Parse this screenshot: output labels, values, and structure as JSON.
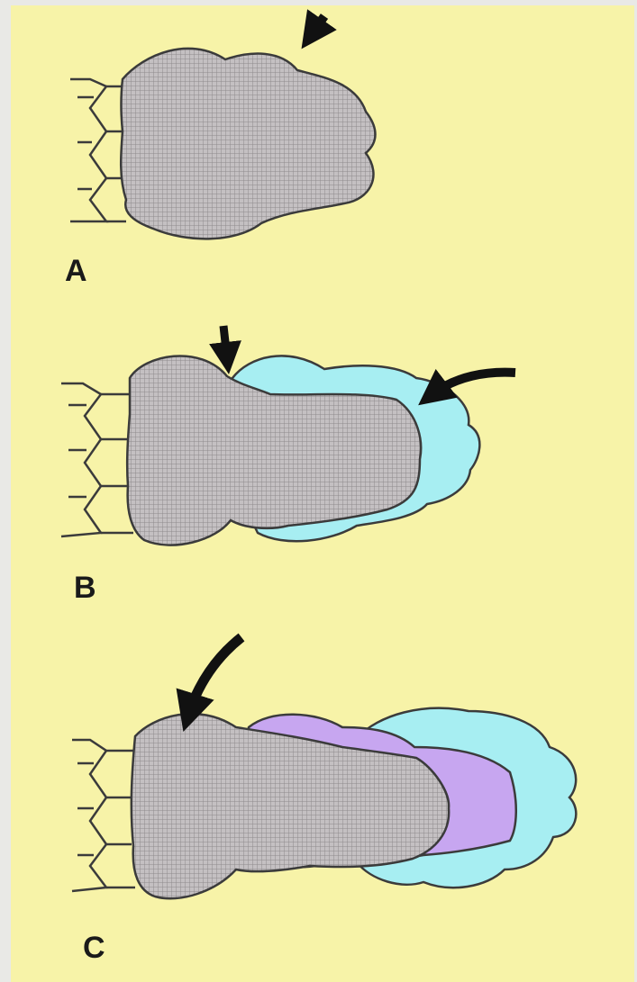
{
  "labels": {
    "a": "A",
    "b": "B",
    "c": "C"
  },
  "colors": {
    "background": "#f7f3a8",
    "thrombus": "#b8b4b6",
    "new_layer_cyan": "#a7eef2",
    "new_layer_purple": "#c7a6f0",
    "outline": "#3b3b3b",
    "arrow": "#111111"
  }
}
